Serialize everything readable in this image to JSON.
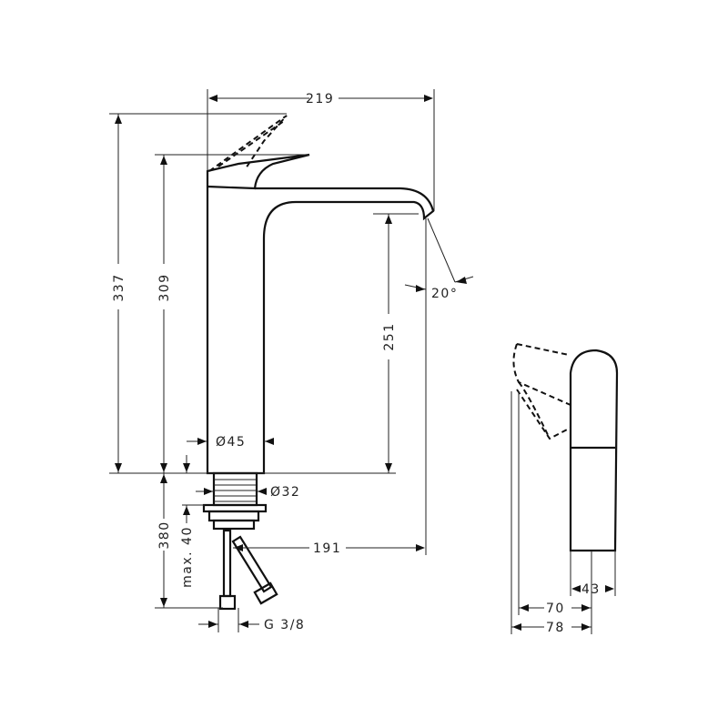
{
  "drawing": {
    "dimensions": {
      "overall_depth": "219",
      "max_height_lever_open": "337",
      "height_to_lever": "309",
      "spout_clearance": "251",
      "spout_angle": "20°",
      "body_diameter": "Ø45",
      "shank_diameter": "Ø32",
      "below_deck_length": "380",
      "max_deck_thickness": "max. 40",
      "spout_reach_from_hose": "191",
      "connection_thread": "G 3/8",
      "lever_width": "43",
      "side_width_70": "70",
      "side_width_78": "78"
    }
  }
}
